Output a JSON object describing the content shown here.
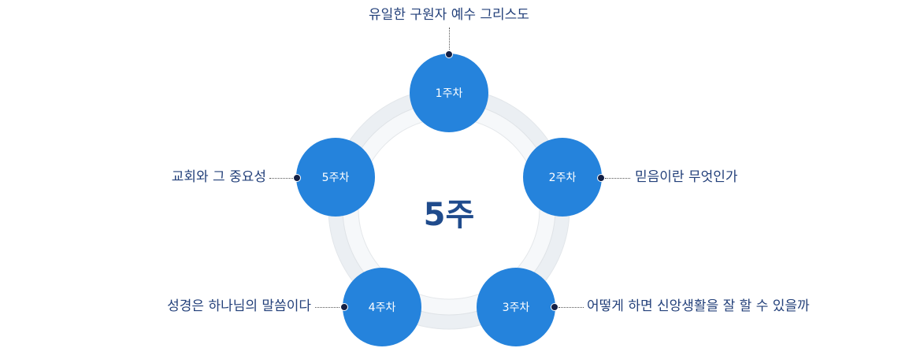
{
  "center_label": "5주",
  "weeks": [
    {
      "label": "1주차",
      "topic": "유일한 구원자 예수 그리스도"
    },
    {
      "label": "2주차",
      "topic": "믿음이란 무엇인가"
    },
    {
      "label": "3주차",
      "topic": "어떻게 하면 신앙생활을 잘 할 수 있을까"
    },
    {
      "label": "4주차",
      "topic": "성경은 하나님의 말씀이다"
    },
    {
      "label": "5주차",
      "topic": "교회와 그 중요성"
    }
  ],
  "colors": {
    "circle": "#2583dc",
    "text": "#23407a",
    "center": "#1f4b8c"
  }
}
